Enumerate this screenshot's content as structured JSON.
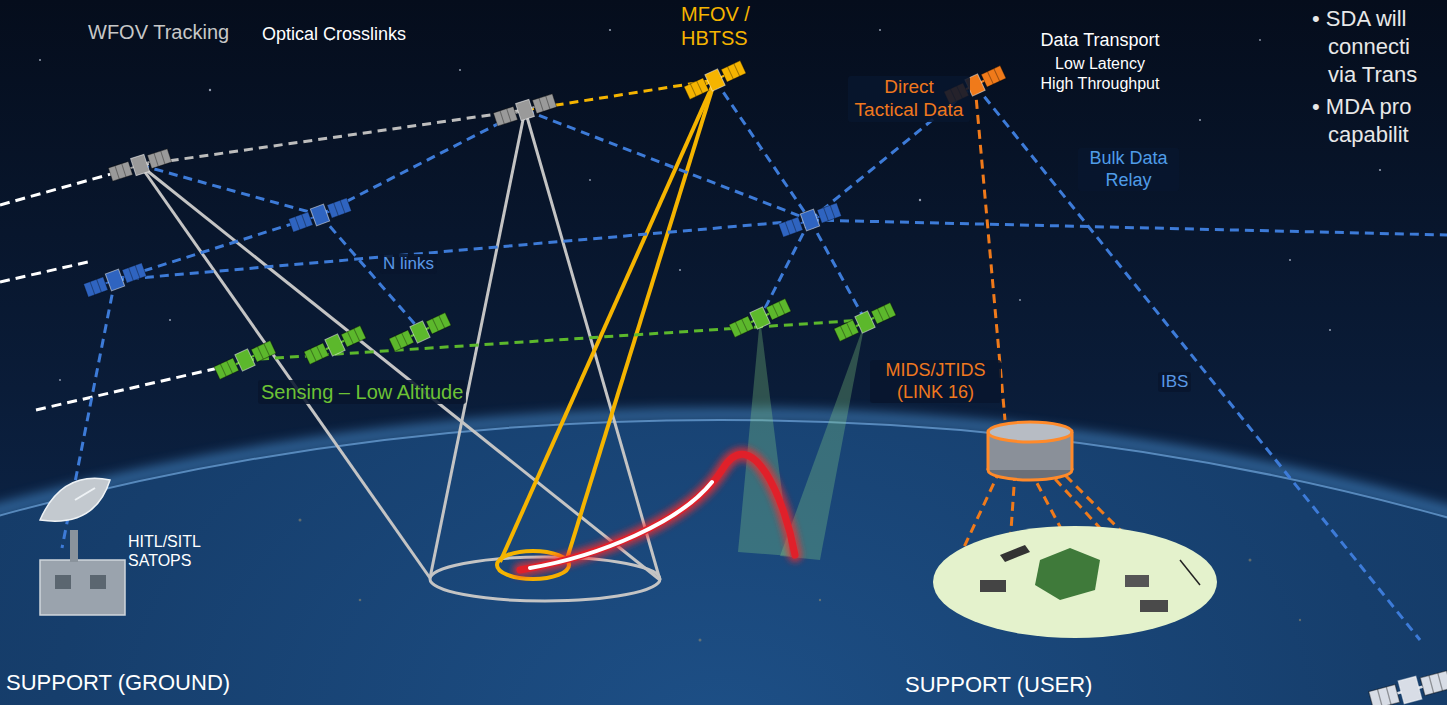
{
  "diagram": {
    "labels": [
      "WFOV Tracking",
      "Optical Crosslinks",
      "MFOV / HBTSS",
      "Direct Tactical Data",
      "Data Transport",
      "Low Latency",
      "High Throughput",
      "Bulk Data Relay",
      "N links",
      "Sensing – Low Altitude",
      "MIDS/JTIDS (LINK 16)",
      "IBS",
      "HITL/SITL SATOPS",
      "SUPPORT (GROUND)",
      "SUPPORT (USER)",
      "• SDA will",
      "connecti",
      "via Trans",
      "• MDA pro",
      "capabilit"
    ]
  }
}
